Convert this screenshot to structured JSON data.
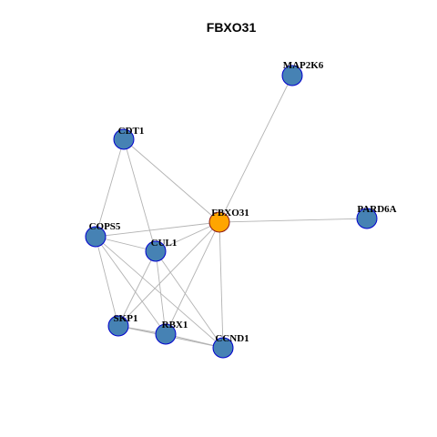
{
  "title": "FBXO31",
  "colors": {
    "center_node_fill": "#FFA500",
    "center_node_stroke": "#8B1A1A",
    "node_fill": "#4682B4",
    "node_stroke": "#0000CD",
    "edge": "#B3B3B3"
  },
  "nodes": [
    {
      "id": "FBXO31",
      "label": "FBXO31",
      "center": true
    },
    {
      "id": "MAP2K6",
      "label": "MAP2K6"
    },
    {
      "id": "CDT1",
      "label": "CDT1"
    },
    {
      "id": "PARD6A",
      "label": "PARD6A"
    },
    {
      "id": "COPS5",
      "label": "COPS5"
    },
    {
      "id": "CUL1",
      "label": "CUL1"
    },
    {
      "id": "SKP1",
      "label": "SKP1"
    },
    {
      "id": "RBX1",
      "label": "RBX1"
    },
    {
      "id": "CCND1",
      "label": "CCND1"
    }
  ],
  "edges": [
    [
      "FBXO31",
      "MAP2K6"
    ],
    [
      "FBXO31",
      "CDT1"
    ],
    [
      "FBXO31",
      "PARD6A"
    ],
    [
      "FBXO31",
      "COPS5"
    ],
    [
      "FBXO31",
      "CUL1"
    ],
    [
      "FBXO31",
      "SKP1"
    ],
    [
      "FBXO31",
      "RBX1"
    ],
    [
      "FBXO31",
      "CCND1"
    ],
    [
      "CDT1",
      "COPS5"
    ],
    [
      "CDT1",
      "CUL1"
    ],
    [
      "COPS5",
      "CUL1"
    ],
    [
      "COPS5",
      "SKP1"
    ],
    [
      "COPS5",
      "RBX1"
    ],
    [
      "COPS5",
      "CCND1"
    ],
    [
      "CUL1",
      "SKP1"
    ],
    [
      "CUL1",
      "RBX1"
    ],
    [
      "CUL1",
      "CCND1"
    ],
    [
      "SKP1",
      "RBX1"
    ],
    [
      "SKP1",
      "CCND1"
    ],
    [
      "RBX1",
      "CCND1"
    ]
  ]
}
